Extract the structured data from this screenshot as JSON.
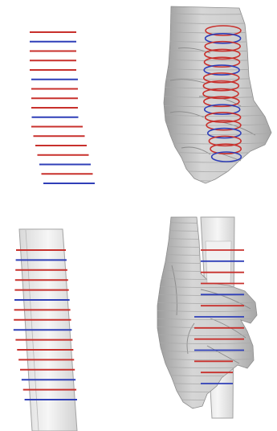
{
  "colors": {
    "red": "#c8302c",
    "blue": "#2f3fb8",
    "skin_fill": "#c9c9c9",
    "skin_light": "#e2e2e2",
    "skin_dark": "#8d8d8d",
    "contour": "#a9a9a9",
    "cylinder_fill": "#eeeeee",
    "cylinder_edge": "#a3a3a3"
  },
  "panels": [
    {
      "id": "top-left",
      "content": "slice-lines"
    },
    {
      "id": "top-right",
      "content": "hand-with-rings"
    },
    {
      "id": "bottom-left",
      "content": "cylinder-with-lines"
    },
    {
      "id": "bottom-right",
      "content": "hand-grasping-cylinder"
    }
  ],
  "slice_patterns": {
    "top_left": [
      "red",
      "blue",
      "red",
      "red",
      "red",
      "blue",
      "red",
      "red",
      "red",
      "blue",
      "red",
      "red",
      "red",
      "red",
      "blue",
      "red",
      "blue"
    ],
    "top_right_rings": [
      "red",
      "blue",
      "red",
      "red",
      "red",
      "blue",
      "red",
      "red",
      "red",
      "red",
      "blue",
      "red",
      "red",
      "blue",
      "red",
      "red",
      "blue"
    ],
    "bottom_left": [
      "red",
      "blue",
      "red",
      "red",
      "red",
      "blue",
      "red",
      "red",
      "blue",
      "red",
      "red",
      "red",
      "red",
      "blue",
      "red",
      "blue"
    ],
    "bottom_right": [
      "red",
      "blue",
      "red",
      "red",
      "blue",
      "red",
      "blue",
      "red",
      "red",
      "blue",
      "red",
      "red",
      "blue"
    ]
  }
}
